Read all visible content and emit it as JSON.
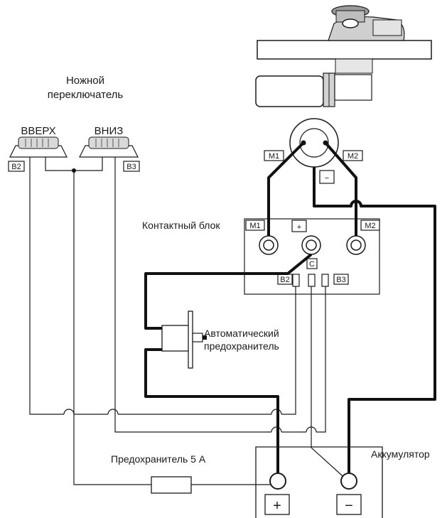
{
  "labels": {
    "foot_switch_line1": "Ножной",
    "foot_switch_line2": "переключатель",
    "up": "ВВЕРХ",
    "down": "ВНИЗ",
    "contact_block": "Контактный блок",
    "breaker_line1": "Автоматический",
    "breaker_line2": "предохранитель",
    "fuse": "Предохранитель 5 А",
    "battery": "Аккумулятор"
  },
  "terminals": {
    "b2_switch": "B2",
    "b3_switch": "B3",
    "m1_motor": "M1",
    "m2_motor": "M2",
    "minus_motor": "−",
    "m1_block": "M1",
    "plus_block": "+",
    "m2_block": "M2",
    "c_block": "C",
    "b2_block": "B2",
    "b3_block": "B3",
    "battery_plus": "+",
    "battery_minus": "−"
  }
}
